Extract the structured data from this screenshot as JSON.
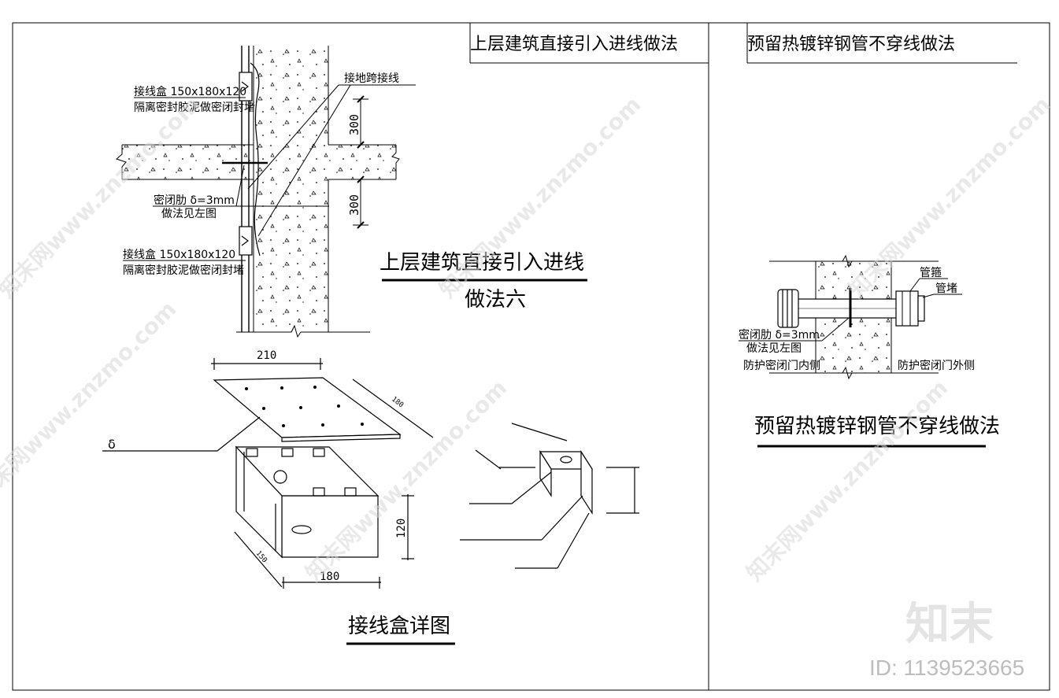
{
  "headers": {
    "left_title": "上层建筑直接引入进线做法",
    "right_title": "预留热镀锌钢管不穿线做法"
  },
  "section_a": {
    "title_line1": "上层建筑直接引入进线",
    "title_line2": "做法六",
    "box_label_top": "接线盒 150x180x120",
    "seal_note_top": "隔离密封胶泥做密闭封堵",
    "ground_jumper": "接地跨接线",
    "rib_label": "密闭肋 δ=3mm",
    "rib_note": "做法见左图",
    "box_label_bottom": "接线盒 150x180x120",
    "seal_note_bottom": "隔离密封胶泥做密闭封堵",
    "dim_300_top": "300",
    "dim_300_bottom": "300"
  },
  "section_b": {
    "title": "接线盒详图",
    "dim_210": "210",
    "dim_180_lid": "180",
    "dim_120": "120",
    "dim_150": "150",
    "dim_180": "180",
    "delta": "δ"
  },
  "section_c": {
    "title": "预留热镀锌钢管不穿线做法",
    "pipe_clamp": "管箍",
    "pipe_plug": "管堵",
    "rib_label": "密闭肋 δ=3mm",
    "rib_note": "做法见左图",
    "inner_side": "防护密闭门内侧",
    "outer_side": "防护密闭门外侧"
  },
  "watermark": {
    "site": "知末网www.znzmo.com",
    "logo": "知末",
    "id_text": "ID: 1139523665"
  }
}
